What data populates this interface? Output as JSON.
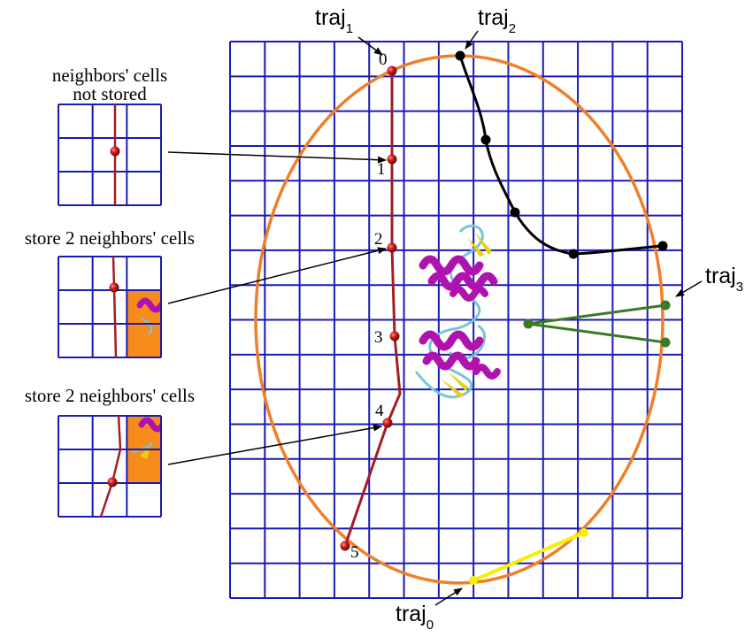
{
  "colors": {
    "grid": "#1a1ab4",
    "ellipse": "#f07f2a",
    "traj1": "#a31d24",
    "traj1_point": "#d31c1c",
    "traj2": "#000000",
    "traj3": "#3b7a25",
    "traj0": "#f5f000",
    "cell_fill": "#f78b1c",
    "protein_helix": "#b012b0",
    "protein_sheet": "#e8d01a",
    "protein_coil": "#78c4d8"
  },
  "trajectories": {
    "traj1": {
      "base": "traj",
      "sub": "1",
      "point_labels": [
        "0",
        "1",
        "2",
        "3",
        "4",
        "5"
      ]
    },
    "traj2": {
      "base": "traj",
      "sub": "2"
    },
    "traj3": {
      "base": "traj",
      "sub": "3"
    },
    "traj0": {
      "base": "traj",
      "sub": "0"
    }
  },
  "panels": [
    {
      "label_lines": [
        "neighbors' cells",
        "not stored"
      ]
    },
    {
      "label_lines": [
        "store 2 neighbors' cells"
      ]
    },
    {
      "label_lines": [
        "store 2 neighbors' cells"
      ]
    }
  ]
}
